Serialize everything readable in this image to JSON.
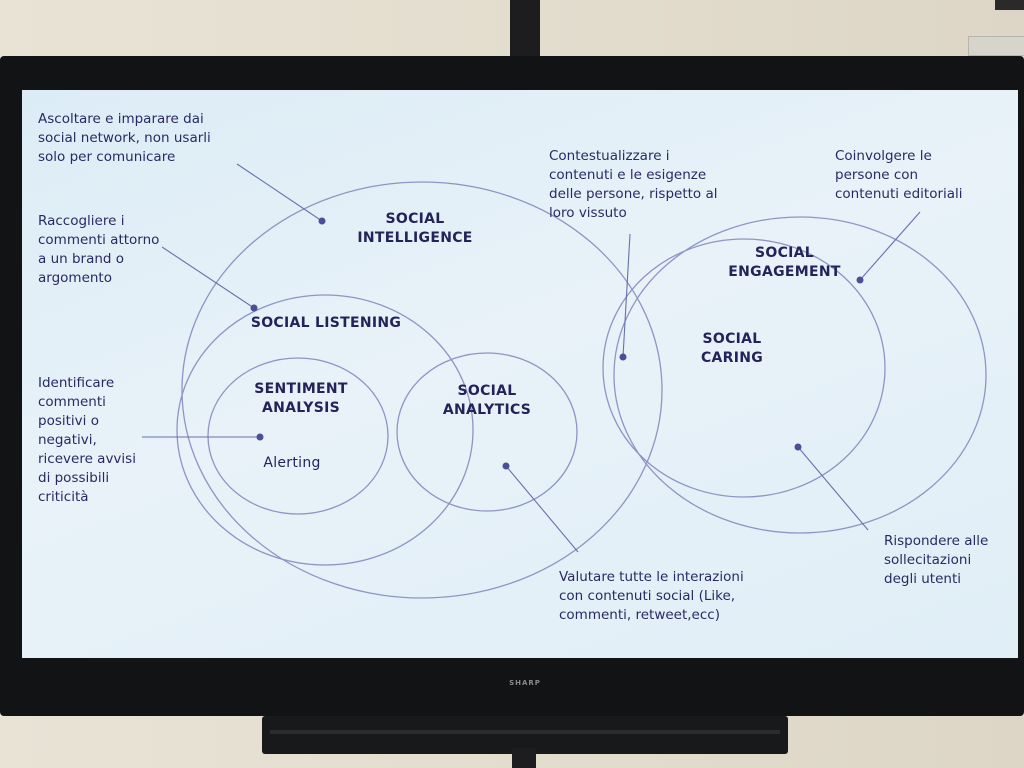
{
  "device": {
    "brand": "SHARP"
  },
  "diagram": {
    "circle_labels": {
      "social_intelligence": "SOCIAL\nINTELLIGENCE",
      "social_listening": "SOCIAL LISTENING",
      "sentiment_analysis": "SENTIMENT\nANALYSIS",
      "alerting": "Alerting",
      "social_analytics": "SOCIAL\nANALYTICS",
      "social_engagement": "SOCIAL\nENGAGEMENT",
      "social_caring": "SOCIAL\nCARING"
    },
    "annotations": {
      "ascoltare": "Ascoltare e imparare dai\nsocial network, non usarli\nsolo per comunicare",
      "raccogliere": "Raccogliere i\ncommenti attorno\na un brand o\nargomento",
      "identificare": "Identificare\ncommenti\npositivi o\nnegativi,\nricevere avvisi\ndi possibili\ncriticità",
      "contestualizzare": "Contestualizzare i\ncontenuti e le esigenze\ndelle persone, rispetto al\nloro vissuto",
      "coinvolgere": "Coinvolgere le\npersone con\ncontenuti editoriali",
      "valutare": "Valutare tutte le interazioni\ncon contenuti social (Like,\ncommenti, retweet,ecc)",
      "rispondere": "Rispondere alle\nsollecitazioni\ndegli utenti"
    },
    "colors": {
      "circle_stroke": "#8e95c4",
      "text": "#2a2a62",
      "dot": "#4a4f9a"
    }
  }
}
